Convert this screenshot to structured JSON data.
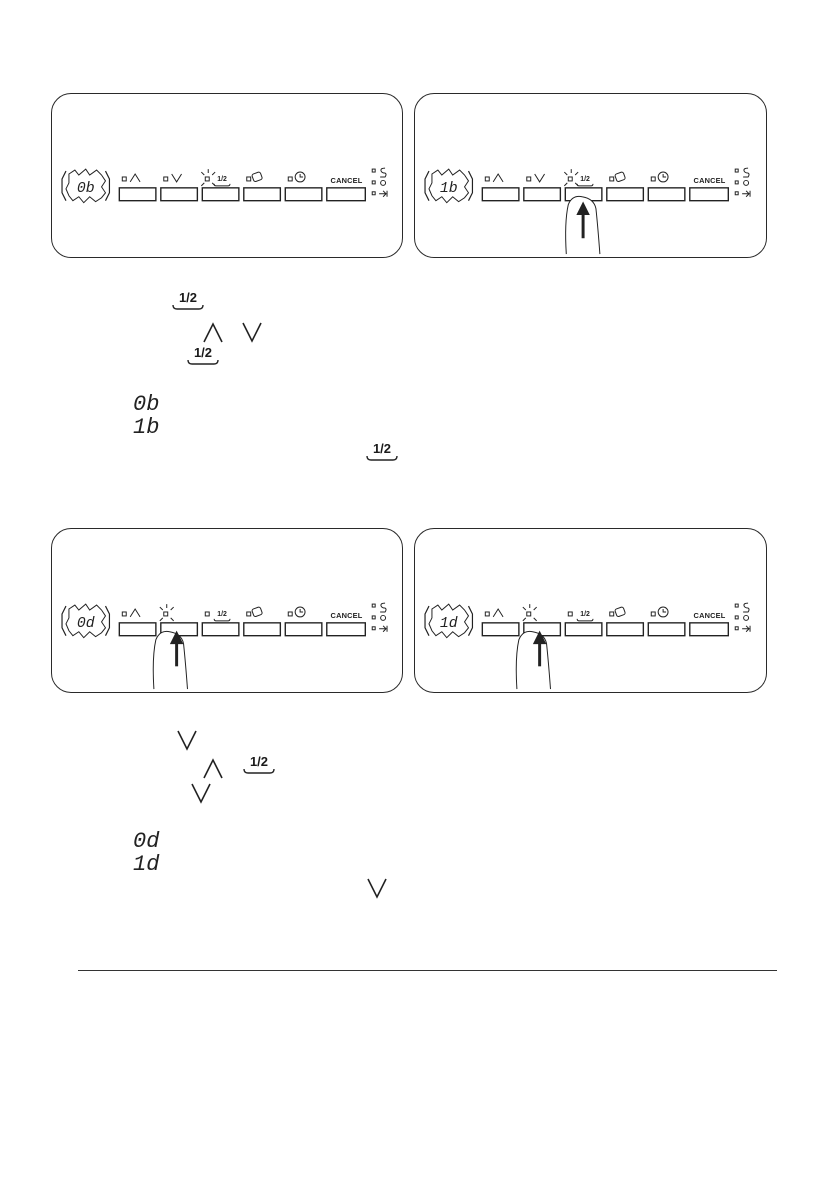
{
  "panels": [
    {
      "display": "0b",
      "cancel_label": "CANCEL",
      "half_label": "1/2",
      "finger_on": "none"
    },
    {
      "display": "1b",
      "cancel_label": "CANCEL",
      "half_label": "1/2",
      "finger_on": "half-load"
    },
    {
      "display": "0d",
      "cancel_label": "CANCEL",
      "half_label": "1/2",
      "finger_on": "down"
    },
    {
      "display": "1d",
      "cancel_label": "CANCEL",
      "half_label": "1/2",
      "finger_on": "down"
    }
  ],
  "instructions_top": {
    "half_label_1": "1/2",
    "half_label_2": "1/2",
    "half_label_3": "1/2",
    "code_off": "0b",
    "code_on": "1b"
  },
  "instructions_bottom": {
    "half_label_1": "1/2",
    "code_off": "0d",
    "code_on": "1d"
  },
  "icons": [
    "up-arrow-icon",
    "down-arrow-icon",
    "half-load-icon",
    "tablet-icon",
    "clock-icon",
    "salt-icon",
    "rinse-aid-icon",
    "end-icon",
    "finger-press-icon"
  ]
}
